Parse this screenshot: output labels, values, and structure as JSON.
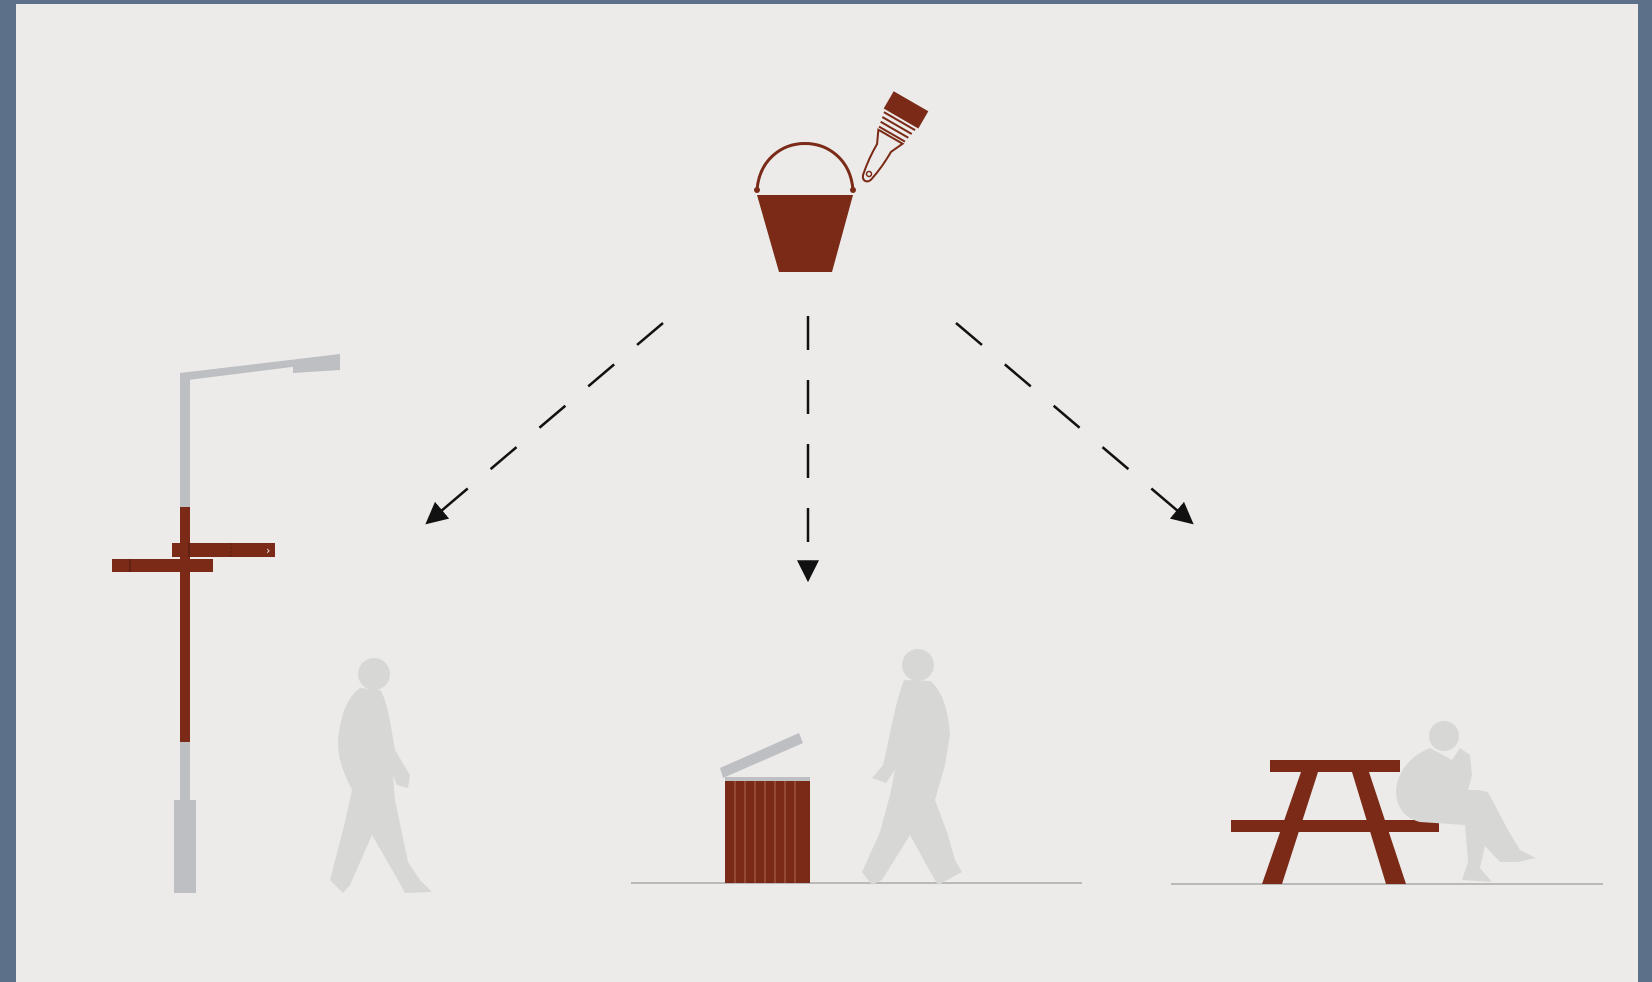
{
  "colors": {
    "frame": "#5d7089",
    "background": "#ecebe9",
    "paint": "#7a2a17",
    "metal": "#bdbfc2",
    "silhouette": "#d7d7d6",
    "arrow": "#111111",
    "ground": "#b9b9b9"
  },
  "diagram": {
    "source": {
      "name": "paint-bucket-with-brush",
      "icons": [
        "paint-bucket-icon",
        "paint-brush-icon"
      ]
    },
    "arrows": [
      {
        "from": "paint-bucket",
        "to": "signpost-lamp",
        "style": "dashed"
      },
      {
        "from": "paint-bucket",
        "to": "litter-bin",
        "style": "dashed"
      },
      {
        "from": "paint-bucket",
        "to": "picnic-table",
        "style": "dashed"
      }
    ],
    "targets": [
      {
        "name": "signpost-lamp",
        "icons": [
          "street-lamp-icon",
          "direction-sign-icon",
          "walking-person-icon"
        ]
      },
      {
        "name": "litter-bin",
        "icons": [
          "litter-bin-icon",
          "walking-person-icon"
        ]
      },
      {
        "name": "picnic-table",
        "icons": [
          "picnic-table-icon",
          "seated-person-icon"
        ]
      }
    ]
  }
}
